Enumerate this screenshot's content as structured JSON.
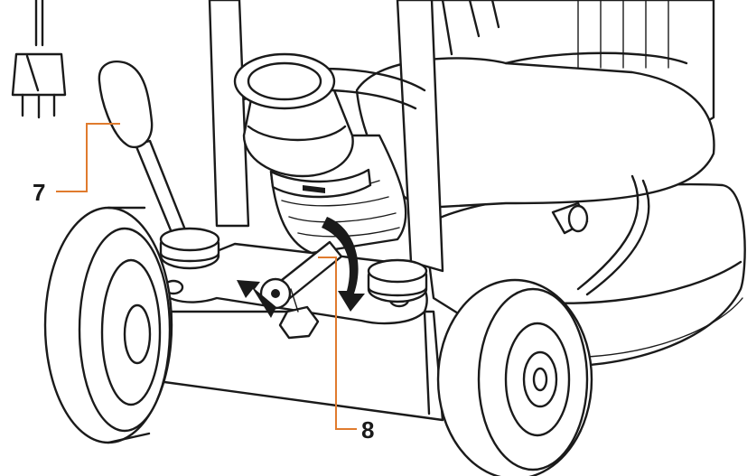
{
  "callouts": [
    {
      "label": "7",
      "part": "handle-lever",
      "color": "#E07B2E"
    },
    {
      "label": "8",
      "part": "adjustment-nut",
      "color": "#E07B2E"
    }
  ],
  "colors": {
    "line": "#1a1a1a",
    "callout": "#E07B2E",
    "background": "#ffffff"
  },
  "rotation_arrows": [
    "rotate-arrow-left",
    "rotate-arrow-down"
  ]
}
